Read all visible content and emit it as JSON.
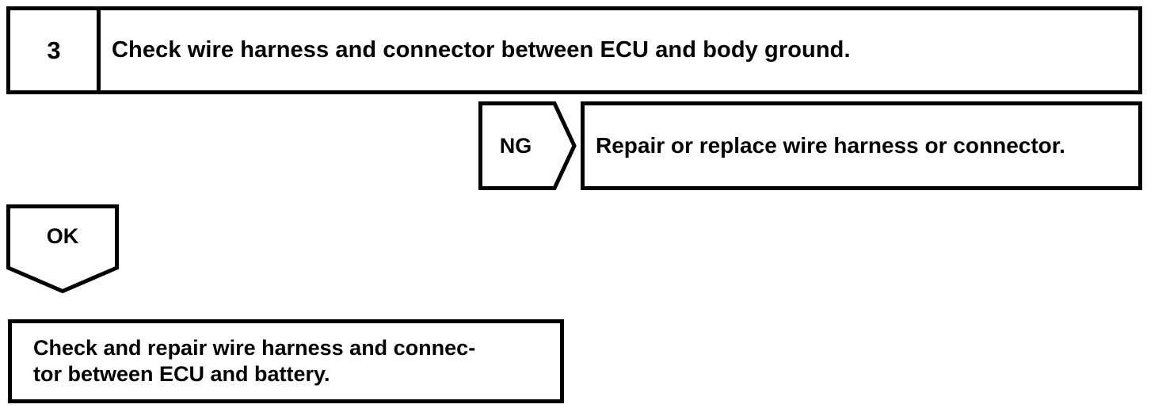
{
  "diagram": {
    "type": "troubleshooting-flowchart",
    "background_color": "#ffffff",
    "line_color": "#000000",
    "step": {
      "number": "3",
      "instruction": "Check wire harness and connector between ECU and body ground."
    },
    "branches": {
      "ng": {
        "label": "NG",
        "direction": "right",
        "result": "Repair or replace wire harness or connector."
      },
      "ok": {
        "label": "OK",
        "direction": "down",
        "result_line_1": "Check and repair wire harness and connec-",
        "result_line_2": "tor between ECU and battery."
      }
    }
  }
}
